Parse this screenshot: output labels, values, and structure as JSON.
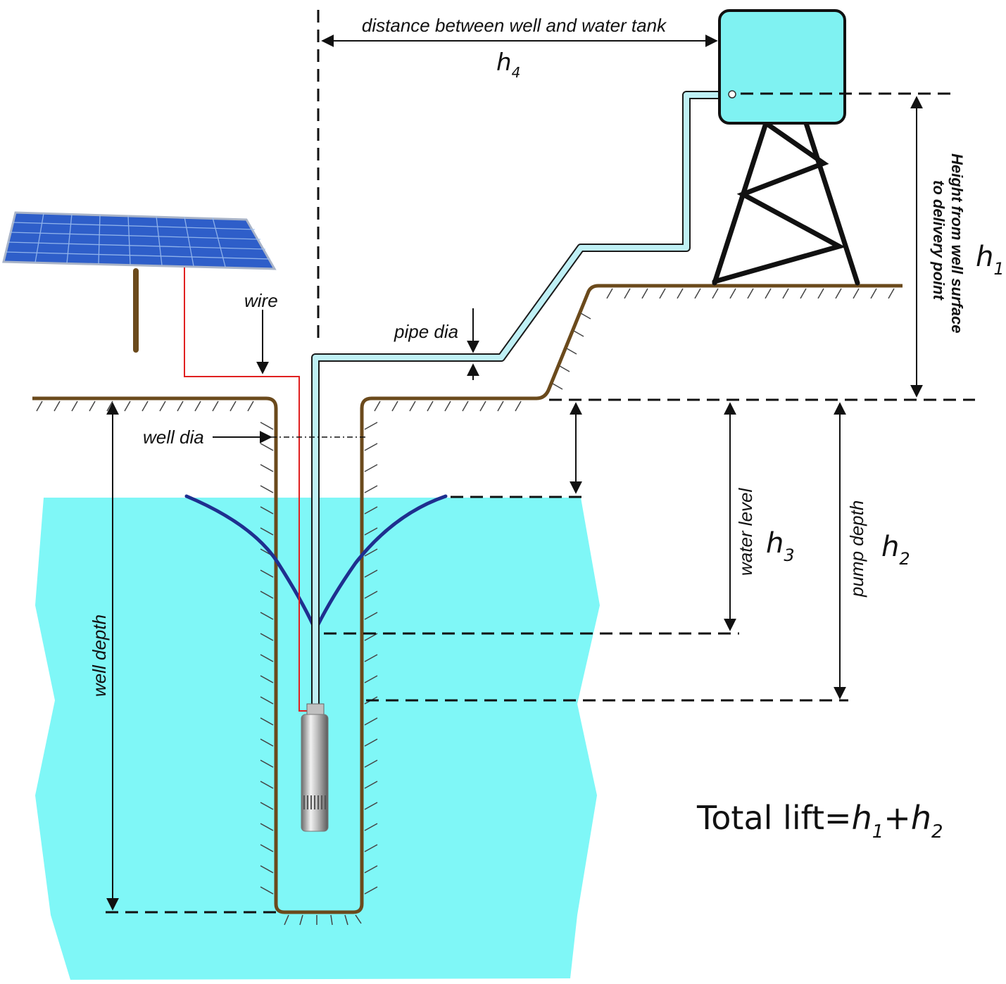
{
  "labels": {
    "distance": "distance between well and water tank",
    "h4": "h",
    "h4_sub": "4",
    "h1": "h",
    "h1_sub": "1",
    "height_line1": "Height from well surface",
    "height_line2": "to delivery point",
    "wire": "wire",
    "pipe_dia": "pipe dia",
    "well_dia": "well dia",
    "well_depth": "well depth",
    "water_level": "water level",
    "h3": "h",
    "h3_sub": "3",
    "pump_depth": "pump depth",
    "h2": "h",
    "h2_sub": "2"
  },
  "formula": {
    "prefix": "Total lift=",
    "h_a": "h",
    "sub_a": "1",
    "plus": "+",
    "h_b": "h",
    "sub_b": "2"
  },
  "colors": {
    "water": "#7ff7f7",
    "ground": "#6b4a1c",
    "drawdown": "#1f2f8f",
    "pipe": "#bff0f5",
    "wire": "#e02020",
    "tank": "#7ff2f2",
    "panel": "#2e5ec9"
  }
}
